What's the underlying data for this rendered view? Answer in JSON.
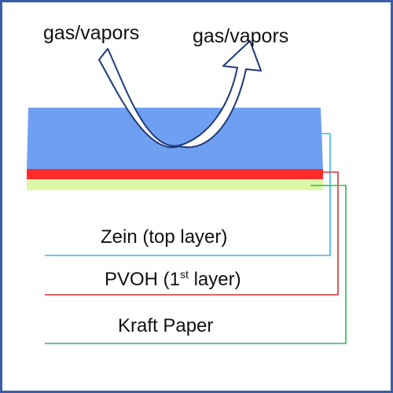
{
  "labels": {
    "gas_in": "gas/vapors",
    "gas_out": "gas/vapors"
  },
  "layers": [
    {
      "id": "zein",
      "text": "Zein (top layer)",
      "color": "#6f9ff0",
      "leader_color": "#3ab8e6"
    },
    {
      "id": "pvoh",
      "text_before": "PVOH (1",
      "text_sup": "st",
      "text_after": " layer)",
      "color": "#ff2a2a",
      "leader_color": "#e03030"
    },
    {
      "id": "kraft",
      "text": "Kraft Paper",
      "color": "#ddf7a4",
      "leader_color": "#2db85a"
    }
  ],
  "colors": {
    "frame": "#3a5da6",
    "arrow_stroke": "#1e3a78",
    "background": "#ffffff"
  }
}
